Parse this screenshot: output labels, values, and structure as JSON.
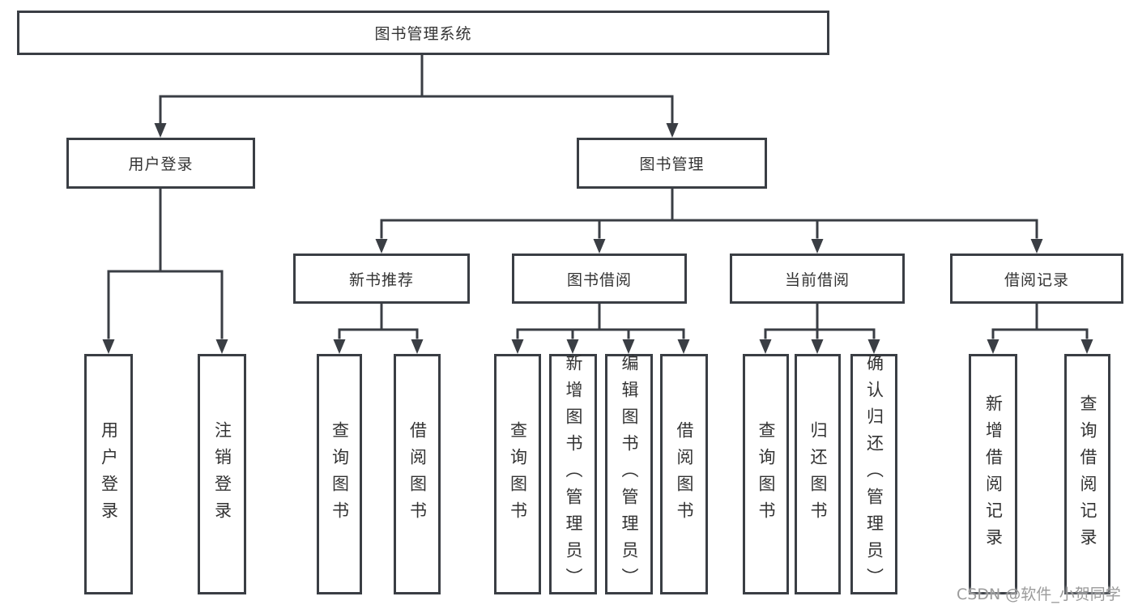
{
  "nodes": {
    "root": "图书管理系统",
    "level2": [
      "用户登录",
      "图书管理"
    ],
    "level3": [
      "新书推荐",
      "图书借阅",
      "当前借阅",
      "借阅记录"
    ],
    "leaves": [
      "用户登录",
      "注销登录",
      "查询图书",
      "借阅图书",
      "查询图书",
      "新增图书（管理员）",
      "编辑图书（管理员）",
      "借阅图书",
      "查询图书",
      "归还图书",
      "确认归还（管理员）",
      "新增借阅记录",
      "查询借阅记录"
    ]
  },
  "watermark": "CSDN @软件_小贺同学",
  "colors": {
    "line": "#3a3e44",
    "text": "#333333",
    "background": "#ffffff",
    "watermark": "#9b9b9b"
  }
}
